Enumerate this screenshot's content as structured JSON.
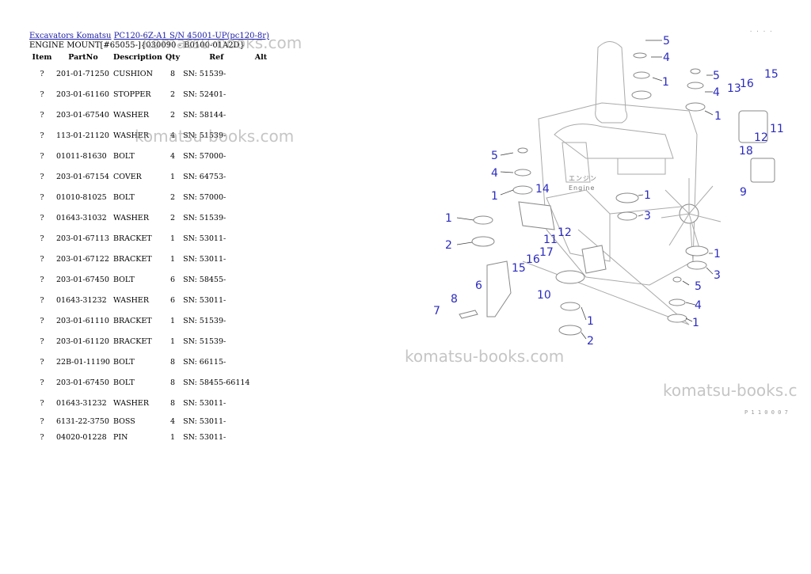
{
  "breadcrumb": {
    "link1": "Excavators Komatsu",
    "link2": "PC120-6Z-A1 S/N 45001-UP(pc120-8r)"
  },
  "subtitle": "ENGINE MOUNT[#65055-]{030090 - B0100-01A2D}",
  "table": {
    "headers": [
      "Item",
      "PartNo",
      "Description",
      "Qty",
      "Ref",
      "Alt"
    ],
    "rows": [
      {
        "item": "?",
        "part": "201-01-71250",
        "desc": "CUSHION",
        "qty": "8",
        "ref": "SN: 51539-"
      },
      {
        "item": "?",
        "part": "203-01-61160",
        "desc": "STOPPER",
        "qty": "2",
        "ref": "SN: 52401-"
      },
      {
        "item": "?",
        "part": "203-01-67540",
        "desc": "WASHER",
        "qty": "2",
        "ref": "SN: 58144-"
      },
      {
        "item": "?",
        "part": "113-01-21120",
        "desc": "WASHER",
        "qty": "4",
        "ref": "SN: 51539-"
      },
      {
        "item": "?",
        "part": "01011-81630",
        "desc": "BOLT",
        "qty": "4",
        "ref": "SN: 57000-"
      },
      {
        "item": "?",
        "part": "203-01-67154",
        "desc": "COVER",
        "qty": "1",
        "ref": "SN: 64753-"
      },
      {
        "item": "?",
        "part": "01010-81025",
        "desc": "BOLT",
        "qty": "2",
        "ref": "SN: 57000-"
      },
      {
        "item": "?",
        "part": "01643-31032",
        "desc": "WASHER",
        "qty": "2",
        "ref": "SN: 51539-"
      },
      {
        "item": "?",
        "part": "203-01-67113",
        "desc": "BRACKET",
        "qty": "1",
        "ref": "SN: 53011-"
      },
      {
        "item": "?",
        "part": "203-01-67122",
        "desc": "BRACKET",
        "qty": "1",
        "ref": "SN: 53011-"
      },
      {
        "item": "?",
        "part": "203-01-67450",
        "desc": "BOLT",
        "qty": "6",
        "ref": "SN: 58455-"
      },
      {
        "item": "?",
        "part": "01643-31232",
        "desc": "WASHER",
        "qty": "6",
        "ref": "SN: 53011-"
      },
      {
        "item": "?",
        "part": "203-01-61110",
        "desc": "BRACKET",
        "qty": "1",
        "ref": "SN: 51539-"
      },
      {
        "item": "?",
        "part": "203-01-61120",
        "desc": "BRACKET",
        "qty": "1",
        "ref": "SN: 51539-"
      },
      {
        "item": "?",
        "part": "22B-01-11190",
        "desc": "BOLT",
        "qty": "8",
        "ref": "SN: 66115-"
      },
      {
        "item": "?",
        "part": "203-01-67450",
        "desc": "BOLT",
        "qty": "8",
        "ref": "SN: 58455-66114"
      },
      {
        "item": "?",
        "part": "01643-31232",
        "desc": "WASHER",
        "qty": "8",
        "ref": "SN: 53011-"
      },
      {
        "item": "?",
        "part": "6131-22-3750",
        "desc": "BOSS",
        "qty": "4",
        "ref": "SN: 53011-"
      },
      {
        "item": "?",
        "part": "04020-01228",
        "desc": "PIN",
        "qty": "1",
        "ref": "SN: 53011-"
      }
    ]
  },
  "watermarks": {
    "w1": "komatsu-books.com",
    "w2": "komatsu-books.com",
    "w3": "komatsu-books.com",
    "w4": "komatsu-books.c"
  },
  "diagram": {
    "engine_label_jp": "エンジン",
    "engine_label": "Engine",
    "corner_code": "P 1 1 0 0 0 7",
    "callouts": {
      "c5a": "5",
      "c4a": "4",
      "c1a": "1",
      "c5b": "5",
      "c13": "13",
      "c16": "16",
      "c15a": "15",
      "c4b": "4",
      "c1b": "1",
      "c11a": "11",
      "c12a": "12",
      "c18": "18",
      "c9": "9",
      "c5c": "5",
      "c4c": "4",
      "c1c": "1",
      "c14": "14",
      "c1d": "1",
      "c3a": "3",
      "c1e": "1",
      "c2a": "2",
      "c11b": "11",
      "c12b": "12",
      "c17": "17",
      "c16b": "16",
      "c15b": "15",
      "c1f": "1",
      "c3b": "3",
      "c5d": "5",
      "c4d": "4",
      "c1g": "1",
      "c6": "6",
      "c10": "10",
      "c8": "8",
      "c7": "7",
      "c1h": "1",
      "c2b": "2"
    }
  }
}
